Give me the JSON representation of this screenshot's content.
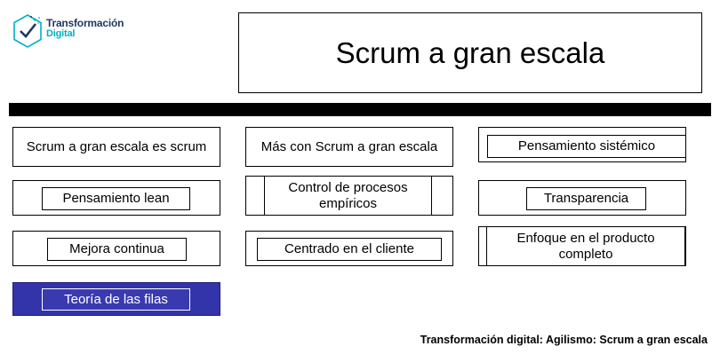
{
  "logo": {
    "line1": "Transformación",
    "line2": "Digital",
    "icon": "check-badge-icon"
  },
  "title": "Scrum a gran escala",
  "columns": [
    {
      "name": "column-1",
      "items": [
        {
          "label": "Scrum a gran escala es scrum",
          "highlight": false
        },
        {
          "label": "Pensamiento lean",
          "highlight": false
        },
        {
          "label": "Mejora continua",
          "highlight": false
        },
        {
          "label": "Teoría de las filas",
          "highlight": true
        }
      ]
    },
    {
      "name": "column-2",
      "items": [
        {
          "label": "Más con Scrum a gran escala",
          "highlight": false
        },
        {
          "label": "Control de procesos empíricos",
          "highlight": false
        },
        {
          "label": "Centrado en el cliente",
          "highlight": false
        }
      ]
    },
    {
      "name": "column-3",
      "items": [
        {
          "label": "Pensamiento sistémico",
          "highlight": false
        },
        {
          "label": "Transparencia",
          "highlight": false
        },
        {
          "label": "Enfoque en el producto completo",
          "highlight": false
        }
      ]
    }
  ],
  "footer": "Transformación digital: Agilismo: Scrum a gran escala",
  "colors": {
    "highlight_fill": "#3333aa",
    "divider": "#000000",
    "logo_teal": "#00b0c8",
    "logo_navy": "#1f3864"
  }
}
